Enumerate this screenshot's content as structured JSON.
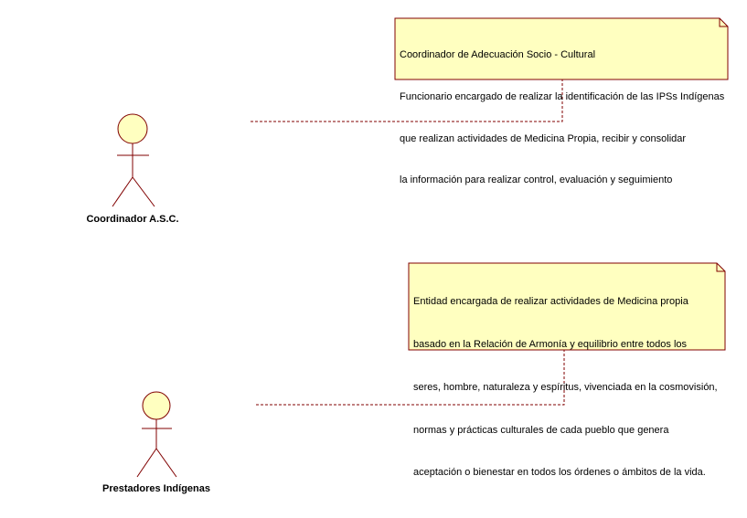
{
  "diagram": {
    "type": "uml-use-case",
    "actors": [
      {
        "id": "coordinador",
        "name": "Coordinador A.S.C."
      },
      {
        "id": "prestadores",
        "name": "Prestadores Indígenas"
      }
    ],
    "notes": [
      {
        "id": "note-coordinador",
        "attached_to": "coordinador",
        "lines": [
          "Coordinador de Adecuación Socio - Cultural",
          "Funcionario encargado de realizar la identificación de las IPSs Indígenas",
          "que realizan actividades de Medicina Propia, recibir y consolidar",
          "la información para realizar control, evaluación y seguimiento"
        ]
      },
      {
        "id": "note-prestadores",
        "attached_to": "prestadores",
        "lines": [
          "Entidad encargada de realizar actividades de Medicina propia",
          "basado en la Relación de Armonía y equilibrio entre todos los",
          "seres, hombre, naturaleza y espíritus, vivenciada en la cosmovisión,",
          "normas y prácticas culturales de cada pueblo que genera",
          "aceptación o bienestar en todos los órdenes o ámbitos de la vida."
        ]
      }
    ],
    "colors": {
      "actor_head_fill": "#ffffc0",
      "stroke": "#800000",
      "note_fill": "#ffffc0",
      "note_border": "#800000",
      "connector": "#800000"
    }
  }
}
